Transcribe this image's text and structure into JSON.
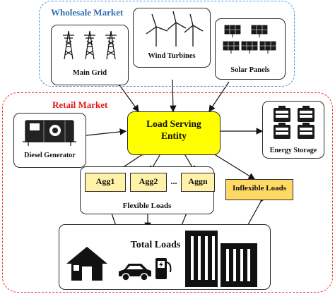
{
  "wholesale": {
    "title": "Wholesale Market",
    "color": "#2f6fb0",
    "border": "#4d95d1"
  },
  "retail": {
    "title": "Retail Market",
    "color": "#e0191b",
    "border": "#e8363a"
  },
  "sources": {
    "main_grid": "Main Grid",
    "wind": "Wind Turbines",
    "solar": "Solar Panels",
    "diesel": "Diesel Generator",
    "storage": "Energy Storage"
  },
  "lse": {
    "line1": "Load Serving",
    "line2": "Entity",
    "fill": "#ffff00"
  },
  "aggregators": {
    "agg1": "Agg1",
    "agg2": "Agg2",
    "ellipsis": "...",
    "aggn": "Aggn",
    "fill": "#fff2a8"
  },
  "flexible": "Flexible Loads",
  "inflexible": {
    "label": "Inflexible Loads",
    "fill": "#ffd966"
  },
  "total": "Total Loads",
  "icons": [
    "pylon-icon",
    "wind-turbine-icon",
    "solar-panel-icon",
    "generator-icon",
    "battery-icon",
    "house-icon",
    "car-icon",
    "charger-icon",
    "building-icon"
  ]
}
